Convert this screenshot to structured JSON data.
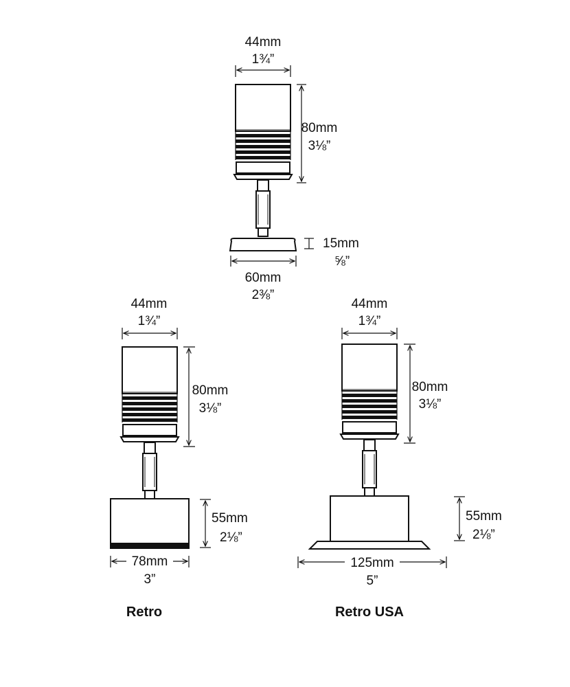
{
  "top": {
    "width_mm": "44mm",
    "width_in": "1¾”",
    "height_mm": "80mm",
    "height_in": "3⅛”",
    "base_h_mm": "15mm",
    "base_h_in": "⅝”",
    "base_w_mm": "60mm",
    "base_w_in": "2⅜”"
  },
  "retro": {
    "width_mm": "44mm",
    "width_in": "1¾”",
    "height_mm": "80mm",
    "height_in": "3⅛”",
    "box_h_mm": "55mm",
    "box_h_in": "2⅛”",
    "box_w_mm": "78mm",
    "box_w_in": "3”",
    "caption": "Retro"
  },
  "retro_usa": {
    "width_mm": "44mm",
    "width_in": "1¾”",
    "height_mm": "80mm",
    "height_in": "3⅛”",
    "box_h_mm": "55mm",
    "box_h_in": "2⅛”",
    "box_w_mm": "125mm",
    "box_w_in": "5”",
    "caption": "Retro USA"
  }
}
